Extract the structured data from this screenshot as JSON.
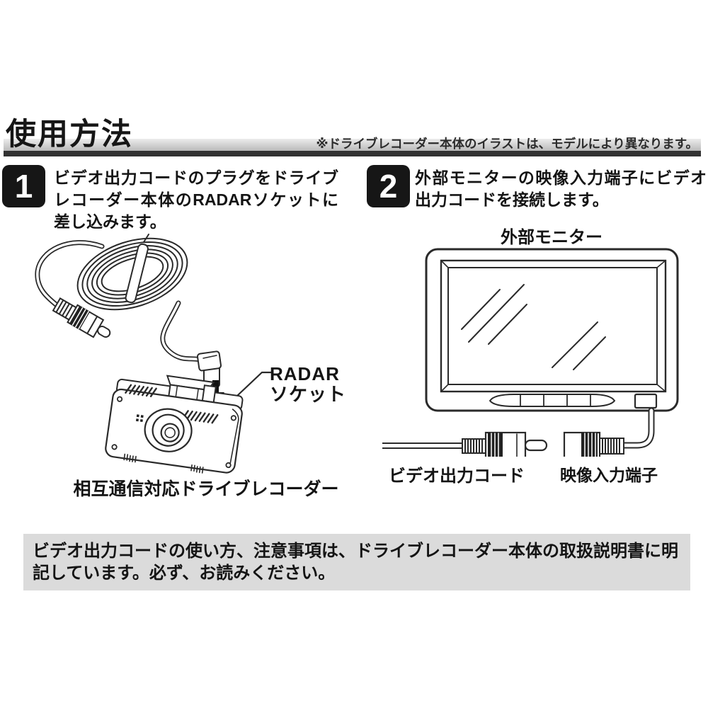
{
  "header": {
    "title": "使用方法",
    "note": "※ドライブレコーダー本体のイラストは、モデルにより異なります。"
  },
  "steps": [
    {
      "number": "1",
      "text": "ビデオ出力コードのプラグをドライブレコーダー本体のRADARソケットに差し込みます。"
    },
    {
      "number": "2",
      "text": "外部モニターの映像入力端子にビデオ出力コードを接続します。"
    }
  ],
  "figures": {
    "recorder": {
      "socket_label_line1": "RADAR",
      "socket_label_line2": "ソケット",
      "caption": "相互通信対応ドライブレコーダー"
    },
    "monitor": {
      "title": "外部モニター",
      "cord_label": "ビデオ出力コード",
      "terminal_label": "映像入力端子"
    }
  },
  "footer": {
    "note": "ビデオ出力コードの使い方、注意事項は、ドライブレコーダー本体の取扱説明書に明記しています。必ず、お読みください。"
  },
  "colors": {
    "ink": "#222222",
    "header_rule": "#323232",
    "footer_bg": "#dbdbdb"
  }
}
